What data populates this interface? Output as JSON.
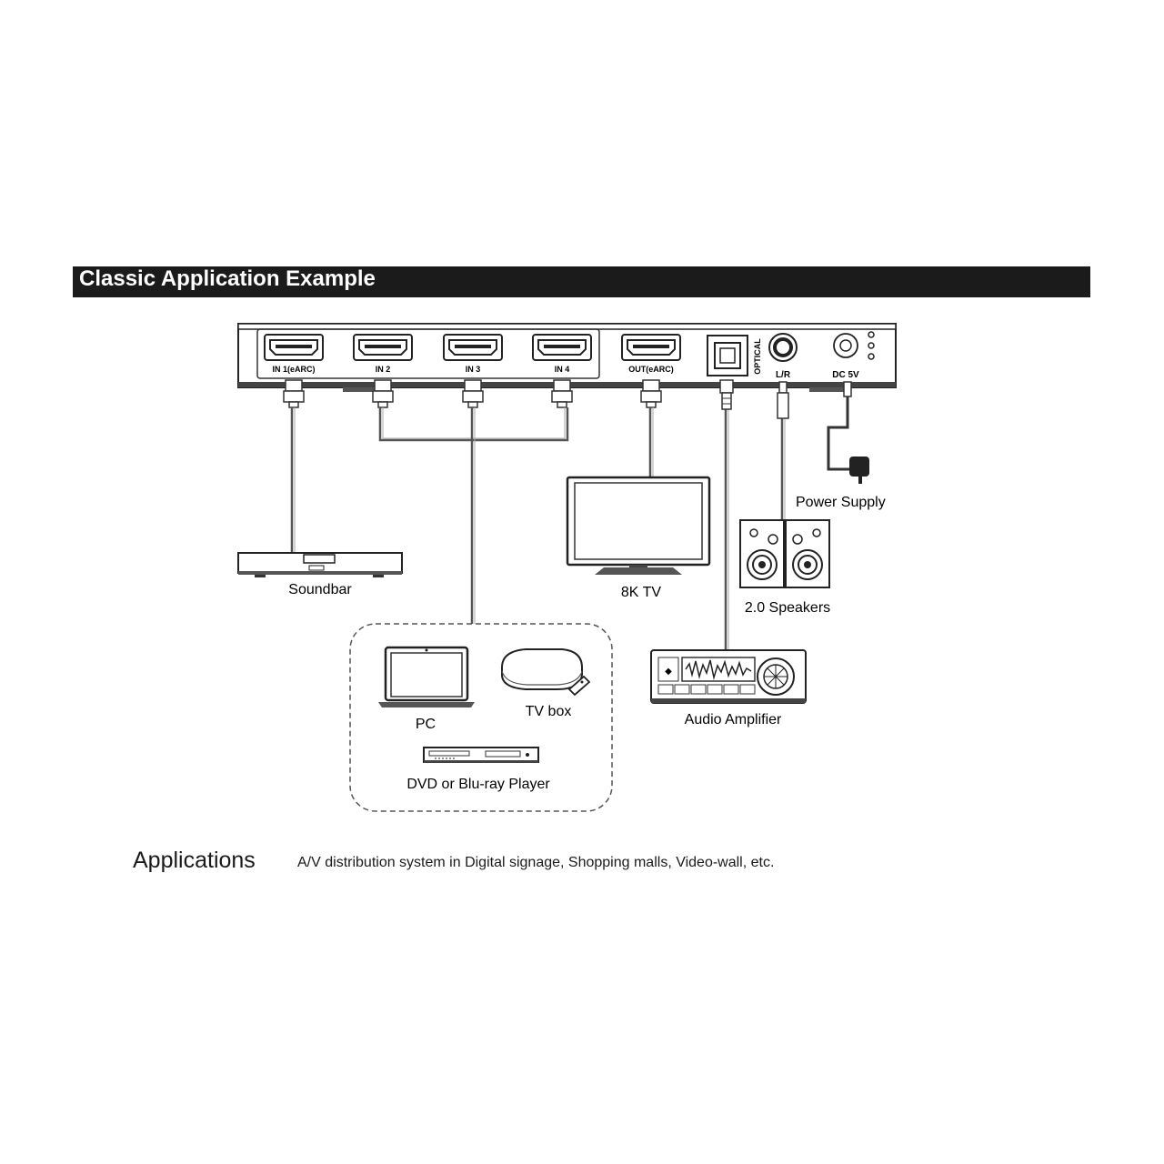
{
  "section": {
    "title": "Classic Application Example"
  },
  "ports": {
    "in1": "IN 1(eARC)",
    "in2": "IN 2",
    "in3": "IN 3",
    "in4": "IN 4",
    "out": "OUT(eARC)",
    "optical": "OPTICAL",
    "lr": "L/R",
    "dc": "DC 5V"
  },
  "devices": {
    "soundbar": "Soundbar",
    "tv": "8K TV",
    "power_supply": "Power Supply",
    "speakers": "2.0 Speakers",
    "pc": "PC",
    "tv_box": "TV box",
    "dvd": "DVD or Blu-ray Player",
    "amplifier": "Audio Amplifier"
  },
  "applications": {
    "heading": "Applications",
    "text": "A/V distribution system in Digital signage, Shopping malls, Video-wall, etc."
  }
}
